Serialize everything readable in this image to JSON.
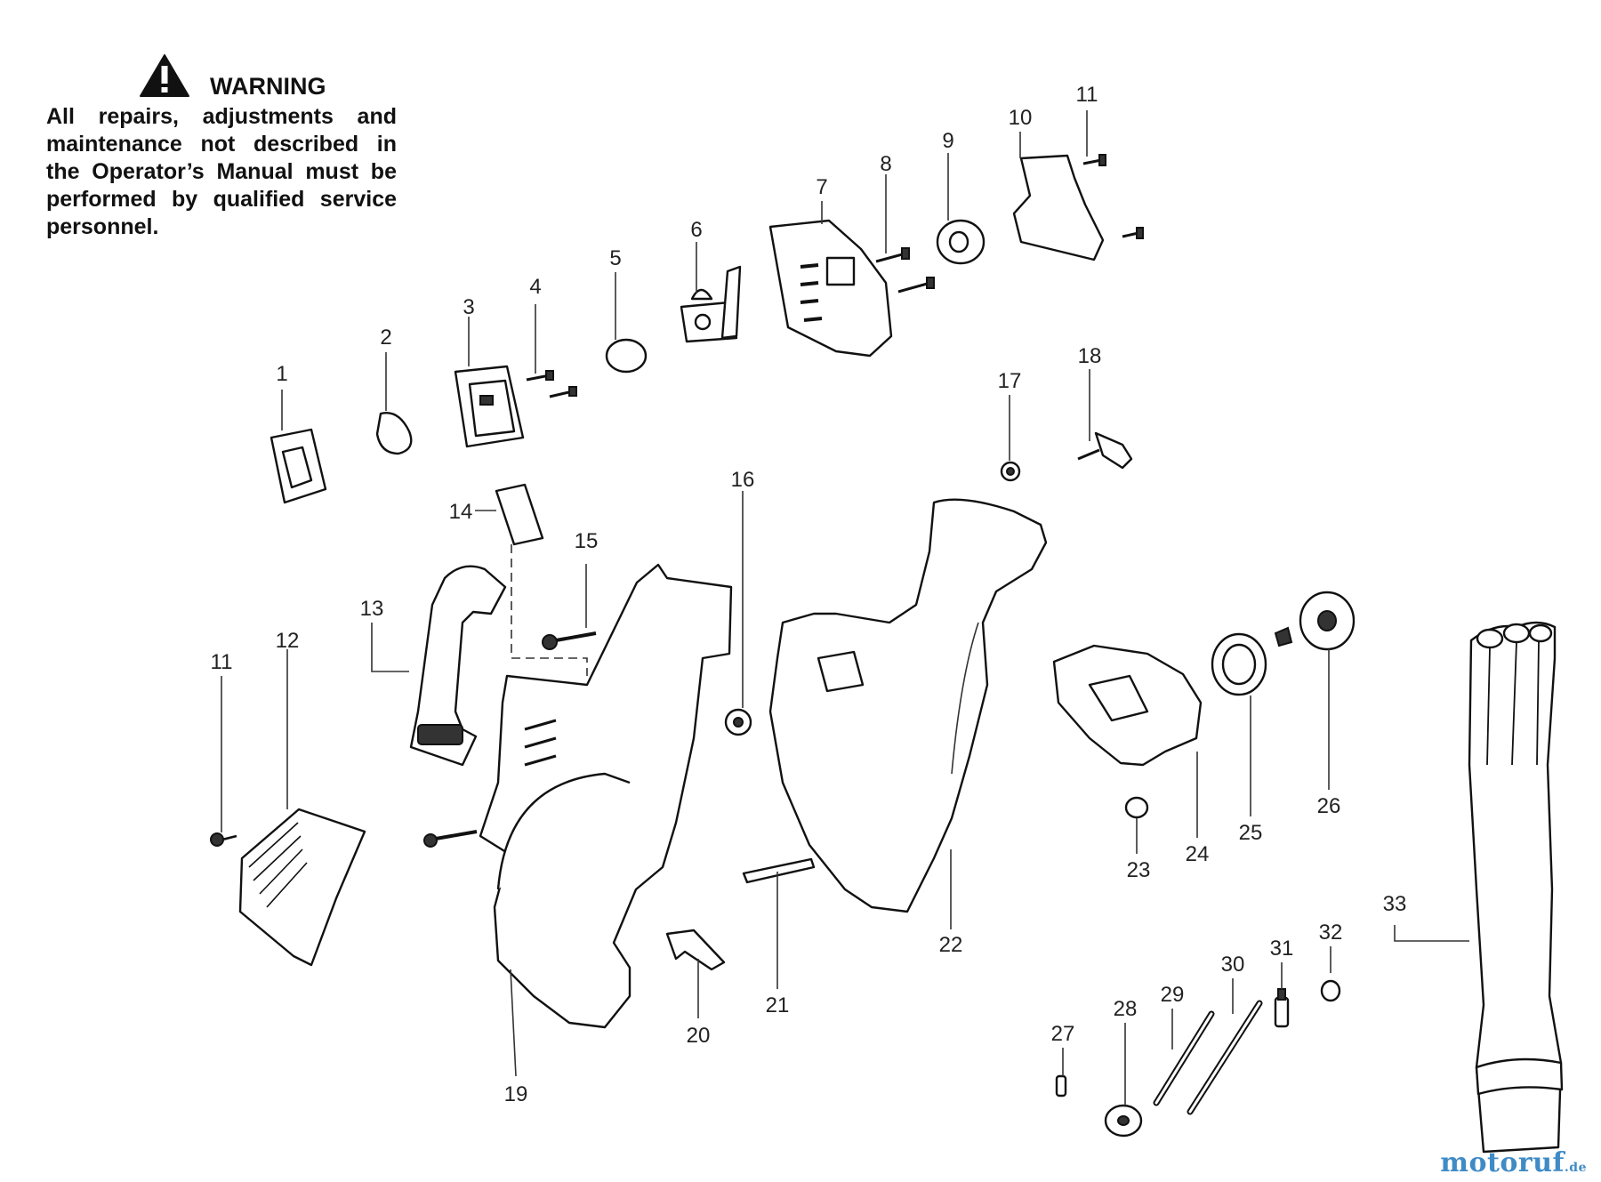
{
  "warning": {
    "title": "WARNING",
    "text": "All repairs, adjustments and maintenance not described in the Operator’s Manual must be performed by qualified service personnel."
  },
  "callouts": [
    "1",
    "2",
    "3",
    "4",
    "5",
    "6",
    "7",
    "8",
    "9",
    "10",
    "11",
    "11",
    "12",
    "13",
    "14",
    "15",
    "16",
    "17",
    "18",
    "19",
    "20",
    "21",
    "22",
    "23",
    "24",
    "25",
    "26",
    "27",
    "28",
    "29",
    "30",
    "31",
    "32",
    "33"
  ],
  "watermark": {
    "brand": "motoruf",
    "tld": ".de"
  },
  "icons": {
    "warning": "warning-triangle-icon"
  },
  "colors": {
    "line": "#111111",
    "watermark": "#3f8bc6"
  }
}
